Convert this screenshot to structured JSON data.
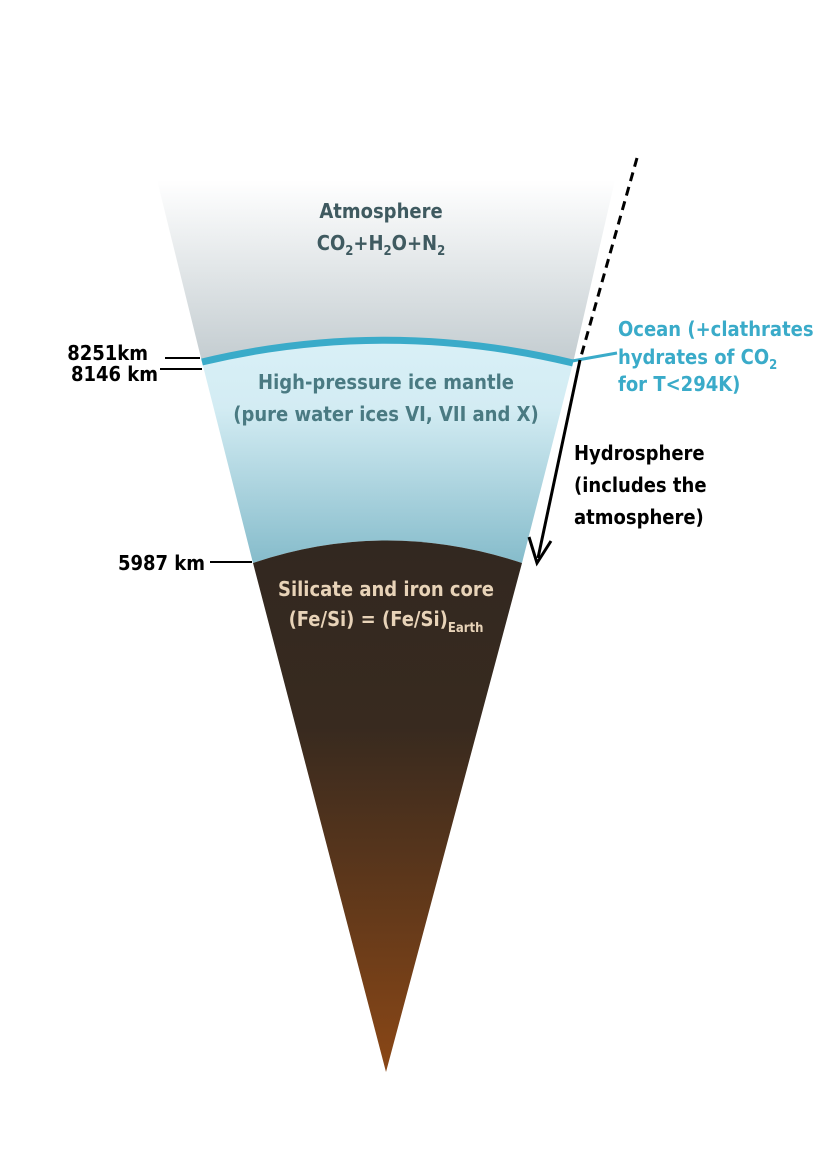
{
  "layers": {
    "atmosphere": {
      "title": "Atmosphere",
      "formula": [
        "CO",
        "2",
        "+H",
        "2",
        "O+N",
        "2"
      ]
    },
    "ocean": {
      "line1": "Ocean (+clathrates",
      "line2a": "hydrates of CO",
      "line2sub": "2",
      "line3": "for T<294K)"
    },
    "mantle": {
      "line1": "High-pressure ice mantle",
      "line2": "(pure water ices VI, VII and X)"
    },
    "core": {
      "line1": "Silicate and iron core",
      "line2a": "(Fe/Si) = (Fe/Si)",
      "line2sub": "Earth"
    }
  },
  "radii": {
    "r1": "8251km",
    "r2": "8146 km",
    "r3": "5987 km"
  },
  "hydrosphere": {
    "line1": "Hydrosphere",
    "line2": "(includes the",
    "line3": "atmosphere)"
  },
  "colors": {
    "atmosphere_text": "#3f5a60",
    "ocean": "#3aabc9",
    "mantle_text": "#4a7a82",
    "core_text": "#e8d3b8",
    "core_top": "#322820",
    "core_bottom": "#8a4716"
  }
}
